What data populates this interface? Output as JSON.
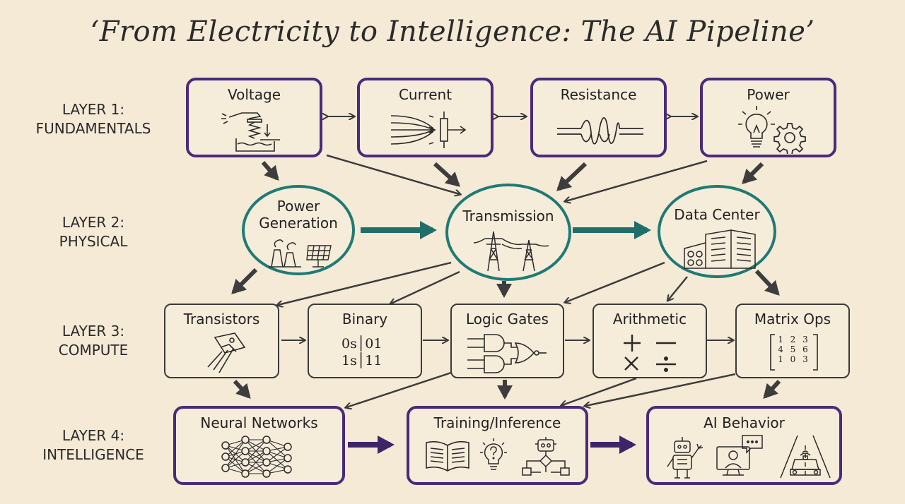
{
  "title": "‘From Electricity to Intelligence: The AI Pipeline’",
  "layers": [
    {
      "line1": "LAYER 1:",
      "line2": "FUNDAMENTALS"
    },
    {
      "line1": "LAYER 2:",
      "line2": "PHYSICAL"
    },
    {
      "line1": "LAYER 3:",
      "line2": "COMPUTE"
    },
    {
      "line1": "LAYER 4:",
      "line2": "INTELLIGENCE"
    }
  ],
  "nodes": {
    "voltage": "Voltage",
    "current": "Current",
    "resistance": "Resistance",
    "power": "Power",
    "power_generation_1": "Power",
    "power_generation_2": "Generation",
    "transmission": "Transmission",
    "data_center": "Data Center",
    "transistors": "Transistors",
    "binary": "Binary",
    "logic_gates": "Logic Gates",
    "arithmetic": "Arithmetic",
    "matrix_ops": "Matrix Ops",
    "neural_networks": "Neural Networks",
    "training_inference": "Training/Inference",
    "ai_behavior": "AI Behavior"
  },
  "binary_content": {
    "row1": "0s│01",
    "row2": "1s│11"
  },
  "matrix_content": {
    "row1": "1 2 3",
    "row2": "4 5 6",
    "row3": "1 0 3"
  },
  "colors": {
    "layer1_border": "#4a2a7a",
    "layer2_border": "#1f7a74",
    "layer3_border": "#3a3a3a",
    "layer4_border": "#4a2a7a",
    "teal_arrow": "#1f6e6a",
    "purple_arrow": "#4a2a7a",
    "background": "#f5ead6"
  },
  "icons": [
    "hand-press-icon",
    "current-flow-icon",
    "coil-icon",
    "lightbulb-icon",
    "gear-icon",
    "factory-icon",
    "solar-panel-icon",
    "pylon-icon",
    "server-building-icon",
    "transistor-icon",
    "logic-gate-icon",
    "math-operators-icon",
    "neural-net-icon",
    "book-icon",
    "lightbulb-question-icon",
    "robot-icon",
    "flowchart-icon",
    "robot-waving-icon",
    "video-chat-icon",
    "self-driving-car-icon"
  ]
}
